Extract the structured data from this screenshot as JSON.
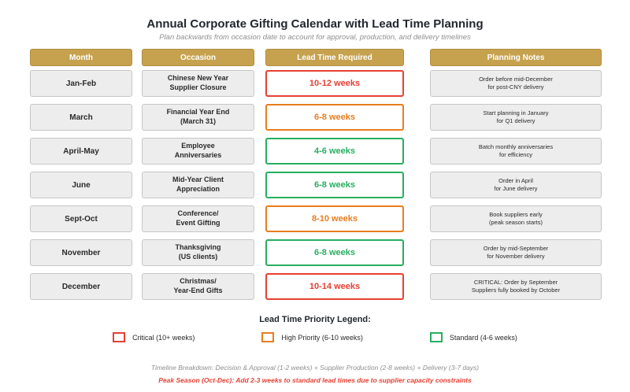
{
  "header": {
    "title": "Annual Corporate Gifting Calendar with Lead Time Planning",
    "subtitle": "Plan backwards from occasion date to account for approval, production, and delivery timelines"
  },
  "columns": [
    "Month",
    "Occasion",
    "Lead Time Required",
    "Planning Notes"
  ],
  "rows": [
    {
      "month": "Jan-Feb",
      "occasion": "Chinese New Year\nSupplier Closure",
      "lead_time": "10-12 weeks",
      "priority": "critical",
      "notes": "Order before mid-December\nfor post-CNY delivery"
    },
    {
      "month": "March",
      "occasion": "Financial Year End\n(March 31)",
      "lead_time": "6-8 weeks",
      "priority": "high",
      "notes": "Start planning in January\nfor Q1 delivery"
    },
    {
      "month": "April-May",
      "occasion": "Employee\nAnniversaries",
      "lead_time": "4-6 weeks",
      "priority": "standard",
      "notes": "Batch monthly anniversaries\nfor efficiency"
    },
    {
      "month": "June",
      "occasion": "Mid-Year Client\nAppreciation",
      "lead_time": "6-8 weeks",
      "priority": "standard",
      "notes": "Order in April\nfor June delivery"
    },
    {
      "month": "Sept-Oct",
      "occasion": "Conference/\nEvent Gifting",
      "lead_time": "8-10 weeks",
      "priority": "high",
      "notes": "Book suppliers early\n(peak season starts)"
    },
    {
      "month": "November",
      "occasion": "Thanksgiving\n(US clients)",
      "lead_time": "6-8 weeks",
      "priority": "standard",
      "notes": "Order by mid-September\nfor November delivery"
    },
    {
      "month": "December",
      "occasion": "Christmas/\nYear-End Gifts",
      "lead_time": "10-14 weeks",
      "priority": "critical",
      "notes": "CRITICAL: Order by September\nSuppliers fully booked by October"
    }
  ],
  "legend": {
    "title": "Lead Time Priority Legend:",
    "items": [
      {
        "label": "Critical (10+ weeks)",
        "priority": "critical",
        "color": "#e74033"
      },
      {
        "label": "High Priority (6-10 weeks)",
        "priority": "high",
        "color": "#e87d1e"
      },
      {
        "label": "Standard (4-6 weeks)",
        "priority": "standard",
        "color": "#27ae60"
      }
    ]
  },
  "footer": {
    "timeline": "Timeline Breakdown: Decision & Approval (1-2 weeks) + Supplier Production (2-8 weeks) + Delivery (3-7 days)",
    "peak_season": "Peak Season (Oct-Dec): Add 2-3 weeks to standard lead times due to supplier capacity constraints"
  },
  "colors": {
    "header_bg": "#c6a24f",
    "critical": "#e74033",
    "high": "#e87d1e",
    "standard": "#27ae60",
    "cell_bg": "#ededed"
  }
}
